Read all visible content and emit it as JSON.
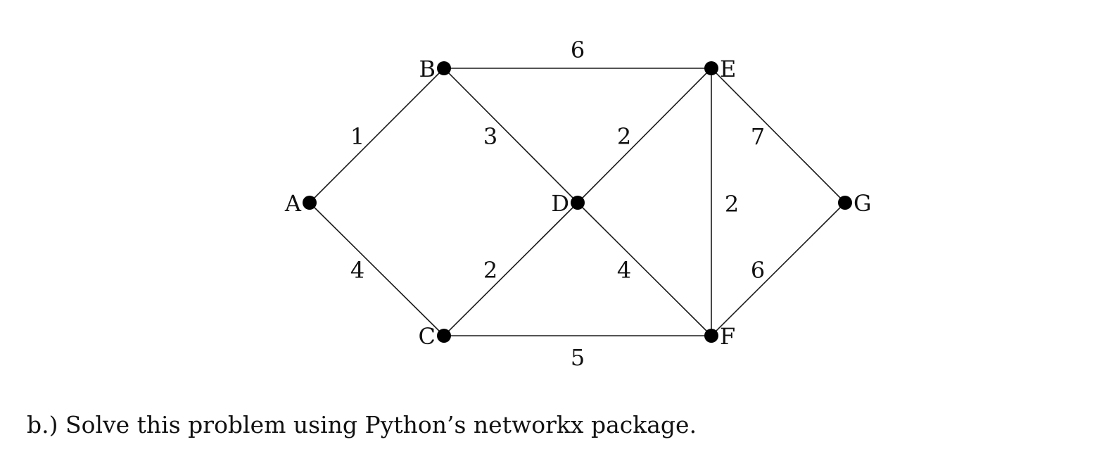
{
  "graph": {
    "nodes": [
      {
        "id": "A",
        "label": "A"
      },
      {
        "id": "B",
        "label": "B"
      },
      {
        "id": "C",
        "label": "C"
      },
      {
        "id": "D",
        "label": "D"
      },
      {
        "id": "E",
        "label": "E"
      },
      {
        "id": "F",
        "label": "F"
      },
      {
        "id": "G",
        "label": "G"
      }
    ],
    "edges": [
      {
        "from": "A",
        "to": "B",
        "weight": "1"
      },
      {
        "from": "A",
        "to": "C",
        "weight": "4"
      },
      {
        "from": "B",
        "to": "D",
        "weight": "3"
      },
      {
        "from": "B",
        "to": "E",
        "weight": "6"
      },
      {
        "from": "C",
        "to": "D",
        "weight": "2"
      },
      {
        "from": "C",
        "to": "F",
        "weight": "5"
      },
      {
        "from": "D",
        "to": "E",
        "weight": "2"
      },
      {
        "from": "D",
        "to": "F",
        "weight": "4"
      },
      {
        "from": "E",
        "to": "F",
        "weight": "2"
      },
      {
        "from": "E",
        "to": "G",
        "weight": "7"
      },
      {
        "from": "F",
        "to": "G",
        "weight": "6"
      }
    ]
  },
  "instruction": "b.) Solve this problem using Python’s networkx package."
}
